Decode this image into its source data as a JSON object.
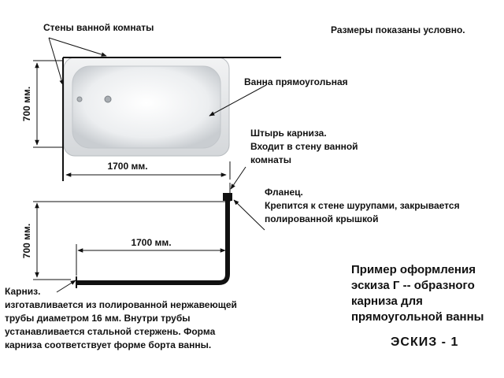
{
  "labels": {
    "walls": "Стены ванной комнаты",
    "note": "Размеры показаны условно.",
    "bathtub": "Ванна прямоугольная",
    "pin": [
      "Штырь карниза.",
      "Входит в стену ванной",
      "комнаты"
    ],
    "flange": [
      "Фланец.",
      "Крепится к стене шурупами, закрывается",
      "полированной крышкой"
    ],
    "rod": [
      "Карниз.",
      "изготавливается из полированной нержавеющей",
      "трубы диаметром 16 мм. Внутри трубы",
      "устанавливается стальной стержень.  Форма",
      "карниза соответствует форме борта ванны."
    ]
  },
  "dimensions": {
    "top_width": "1700 мм.",
    "top_depth": "700 мм.",
    "bottom_width": "1700 мм.",
    "bottom_depth": "700 мм."
  },
  "caption": {
    "lines": [
      "Пример оформления",
      "эскиза Г --  образного",
      "карниза для",
      "прямоугольной ванны"
    ],
    "sketch_id": "ЭСКИЗ - 1"
  }
}
